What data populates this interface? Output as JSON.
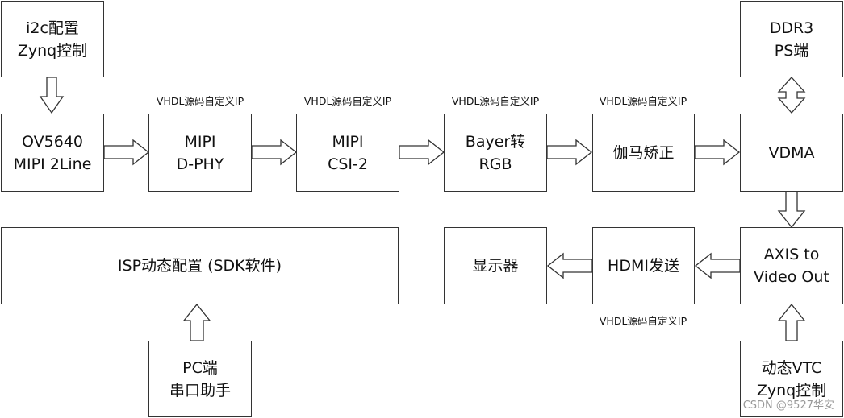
{
  "blocks": {
    "i2c": {
      "l1": "i2c配置",
      "l2": "Zynq控制"
    },
    "ov5640": {
      "l1": "OV5640",
      "l2": "MIPI 2Line"
    },
    "dphy": {
      "l1": "MIPI",
      "l2": "D-PHY"
    },
    "csi2": {
      "l1": "MIPI",
      "l2": "CSI-2"
    },
    "bayer": {
      "l1": "Bayer转",
      "l2": "RGB"
    },
    "gamma": {
      "l1": "伽马矫正"
    },
    "vdma": {
      "l1": "VDMA"
    },
    "ddr3": {
      "l1": "DDR3",
      "l2": "PS端"
    },
    "axis": {
      "l1": "AXIS to",
      "l2": "Video Out"
    },
    "hdmi": {
      "l1": "HDMI发送"
    },
    "display": {
      "l1": "显示器"
    },
    "isp": {
      "l1": "ISP动态配置 (SDK软件)"
    },
    "pc": {
      "l1": "PC端",
      "l2": "串口助手"
    },
    "vtc": {
      "l1": "动态VTC",
      "l2": "Zynq控制"
    }
  },
  "captions": {
    "ip_label": "VHDL源码自定义IP"
  },
  "watermark": "CSDN @9527华安"
}
